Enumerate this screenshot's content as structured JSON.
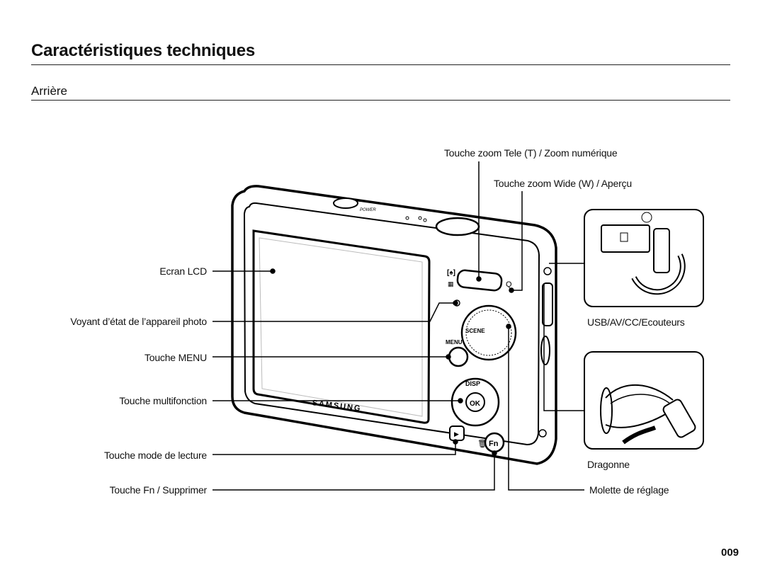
{
  "header": {
    "title": "Caractéristiques techniques",
    "subtitle": "Arrière"
  },
  "labels": {
    "zoom_tele": "Touche zoom Tele (T) / Zoom numérique",
    "zoom_wide": "Touche zoom Wide (W) / Aperçu",
    "ecran_lcd": "Ecran LCD",
    "voyant": "Voyant d’état de l’appareil photo",
    "menu": "Touche MENU",
    "multifonction": "Touche multifonction",
    "lecture": "Touche mode de lecture",
    "fn_supprimer": "Touche Fn / Supprimer",
    "usb": "USB/AV/CC/Ecouteurs",
    "dragonne": "Dragonne",
    "molette": "Molette de réglage"
  },
  "camera": {
    "brand": "SAMSUNG",
    "power": "POWER",
    "btn_menu": "MENU",
    "btn_disp": "DISP",
    "btn_ok": "OK",
    "btn_fn": "Fn",
    "dial_scene": "SCENE"
  },
  "footer": {
    "page_number": "009"
  }
}
